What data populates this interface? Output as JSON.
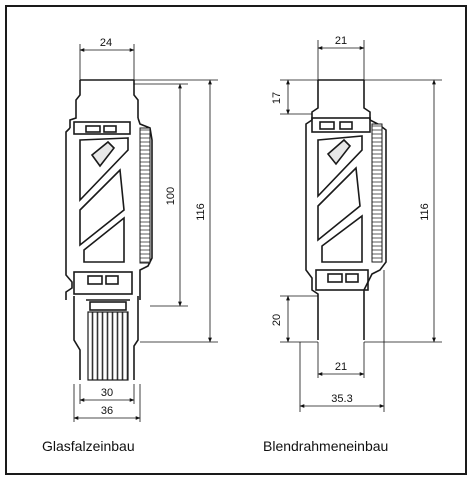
{
  "captions": {
    "left": "Glasfalzeinbau",
    "right": "Blendrahmeneinbau"
  },
  "left_dims": {
    "top_width": "24",
    "height_inner": "100",
    "height_total": "116",
    "bottom_inner": "30",
    "bottom_outer": "36"
  },
  "right_dims": {
    "top_width": "21",
    "top_height": "17",
    "height_total": "116",
    "bottom_height": "20",
    "bottom_inner": "21",
    "bottom_outer": "35.3"
  },
  "colors": {
    "line": "#1a1a1a",
    "hatch": "#555555",
    "background": "#ffffff"
  }
}
